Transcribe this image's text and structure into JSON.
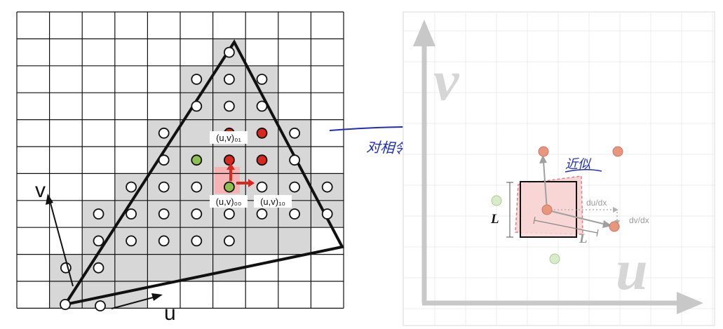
{
  "left_panel": {
    "labels": {
      "uv01": "(u,v)₀₁",
      "uv00": "(u,v)₀₀",
      "uv10": "(u,v)₁₀",
      "axis_v": "v",
      "axis_u": "u"
    }
  },
  "annotation": {
    "note": "对相邻像素上的 uv 做差分"
  },
  "right_panel": {
    "labels": {
      "axis_v": "v",
      "axis_u": "u",
      "du_dx": "du/dx",
      "dv_dx": "dv/dx",
      "L_left": "L",
      "L_diag": "L",
      "approx_note": "近似"
    }
  },
  "colors": {
    "covered_cell": "#d7d7d7",
    "highlight_cell": "#f6b3b3",
    "red_dot": "#d9291c",
    "green_dot": "#8cc152",
    "arrow_red": "#d9291c",
    "handwriting": "#1f2fb5",
    "right_axis": "#c8c8c8",
    "pink_square": "#f9d6d6",
    "salmon_dot": "#e9967f",
    "light_green_dot": "#d8ecc8"
  }
}
